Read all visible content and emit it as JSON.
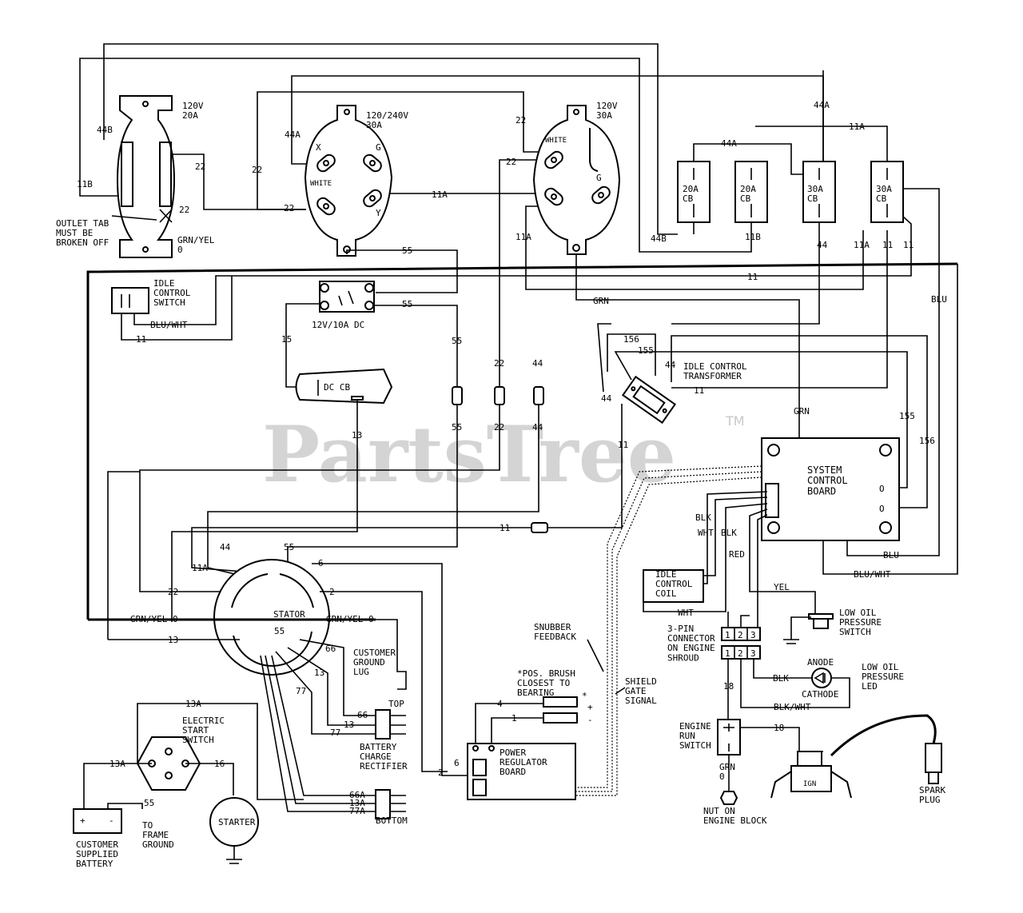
{
  "watermark": {
    "text": "PartsTree",
    "tm": "TM"
  },
  "components": {
    "outlet_120v_20a": "120V\n20A",
    "outlet_tab_note": "OUTLET TAB\nMUST BE\nBROKEN OFF",
    "outlet_120_240v_30a": "120/240V\n30A",
    "outlet_120v_30a": "120V\n30A",
    "outlet_terminal_x": "X",
    "outlet_terminal_g1": "G",
    "outlet_terminal_white1": "WHITE",
    "outlet_terminal_y": "Y",
    "outlet_terminal_white2": "WHITE",
    "outlet_terminal_g2": "G",
    "cb1": "20A\nCB",
    "cb2": "20A\nCB",
    "cb3": "30A\nCB",
    "cb4": "30A\nCB",
    "idle_control_switch": "IDLE\nCONTROL\nSWITCH",
    "dc_outlet": "12V/10A DC",
    "dc_cb": "DC CB",
    "idle_control_transformer": "IDLE CONTROL\nTRANSFORMER",
    "system_control_board": "SYSTEM\nCONTROL\nBOARD",
    "idle_control_coil": "IDLE\nCONTROL\nCOIL",
    "stator": "STATOR",
    "customer_ground_lug": "CUSTOMER\nGROUND\nLUG",
    "snubber_feedback": "SNUBBER\nFEEDBACK",
    "pos_brush_note": "*POS. BRUSH\nCLOSEST TO\nBEARING",
    "brush_star": "*",
    "brush_plus": "+",
    "brush_minus": "-",
    "shield_gate_signal": "SHIELD\nGATE\nSIGNAL",
    "low_oil_pressure_switch": "LOW OIL\nPRESSURE\nSWITCH",
    "three_pin_connector": "3-PIN\nCONNECTOR\nON ENGINE\nSHROUD",
    "pin_labels": [
      "1",
      "2",
      "3"
    ],
    "anode": "ANODE",
    "cathode": "CATHODE",
    "low_oil_pressure_led": "LOW OIL\nPRESSURE\nLED",
    "battery_charge_rectifier": "BATTERY\nCHARGE\nRECTIFIER",
    "rectifier_top": "TOP",
    "rectifier_bottom": "BOTTOM",
    "power_regulator_board": "POWER\nREGULATOR\nBOARD",
    "engine_run_switch": "ENGINE\nRUN\nSWITCH",
    "nut_on_engine_block": "NUT ON\nENGINE BLOCK",
    "spark_plug": "SPARK\nPLUG",
    "ign": "IGN",
    "electric_start_switch": "ELECTRIC\nSTART\nSWITCH",
    "starter": "STARTER",
    "to_frame_ground": "TO\nFRAME\nGROUND",
    "customer_supplied_battery": "CUSTOMER\nSUPPLIED\nBATTERY",
    "battery_plus": "+",
    "battery_minus": "-"
  },
  "wire_labels": {
    "w44b_top": "44B",
    "w11b_left": "11B",
    "w22_a": "22",
    "w22_b": "22",
    "w22_c": "22",
    "w22_d": "22",
    "w22_e": "22",
    "w22_f": "22",
    "w22_g": "22",
    "w44a_a": "44A",
    "w44a_b": "44A",
    "w44a_c": "44A",
    "w11a_a": "11A",
    "w11a_b": "11A",
    "w11a_c": "11A",
    "w11a_d": "11A",
    "w44b_cb": "44B",
    "w11b_cb": "11B",
    "w44_cb": "44",
    "w11_cb_a": "11",
    "w11_cb_b": "11",
    "w11_long": "11",
    "grn_yel_0_top": "GRN/YEL\n0",
    "w55_a": "55",
    "w55_b": "55",
    "w55_c": "55",
    "w55_d": "55",
    "w55_e": "55",
    "w55_f": "55",
    "blu_wht_a": "BLU/WHT",
    "w11_idle": "11",
    "w15": "15",
    "w13_dccb": "13",
    "grn_a": "GRN",
    "grn_b": "GRN",
    "blu_right": "BLU",
    "w156_a": "156",
    "w155_a": "155",
    "w44_t": "44",
    "w44_t2": "44",
    "w11_t": "11",
    "w11_t2": "11",
    "w155_b": "155",
    "w156_b": "156",
    "w44_conn": "44",
    "w44_conn2": "44",
    "w22_conn": "22",
    "w11_stator": "11",
    "w44_stator": "44",
    "w55_stator": "55",
    "w6_stator": "6",
    "w2_stator": "2",
    "w22_stator": "22",
    "grn_yel_0_left": "GRN/YEL 0",
    "grn_yel_0_right": "GRN/YEL 0",
    "w13_stator": "13",
    "w66": "66",
    "w13_b": "13",
    "w77": "77",
    "w66_r": "66",
    "w13_r": "13",
    "w77_r": "77",
    "blk_a": "BLK",
    "wht_a": "WHT",
    "blk_b": "BLK",
    "red": "RED",
    "blu_b": "BLU",
    "blu_wht_b": "BLU/WHT",
    "yel": "YEL",
    "wht_b": "WHT",
    "blk_c": "BLK",
    "blk_wht": "BLK/WHT",
    "w18_a": "18",
    "w18_b": "18",
    "grn_0": "GRN\n0",
    "w4": "4",
    "w1": "1",
    "w6_prb": "6",
    "w2_prb": "2",
    "w13a_top": "13A",
    "w13a_left": "13A",
    "w16": "16",
    "w55_batt": "55",
    "w66a": "66A",
    "w13a_r": "13A",
    "w77a": "77A"
  }
}
